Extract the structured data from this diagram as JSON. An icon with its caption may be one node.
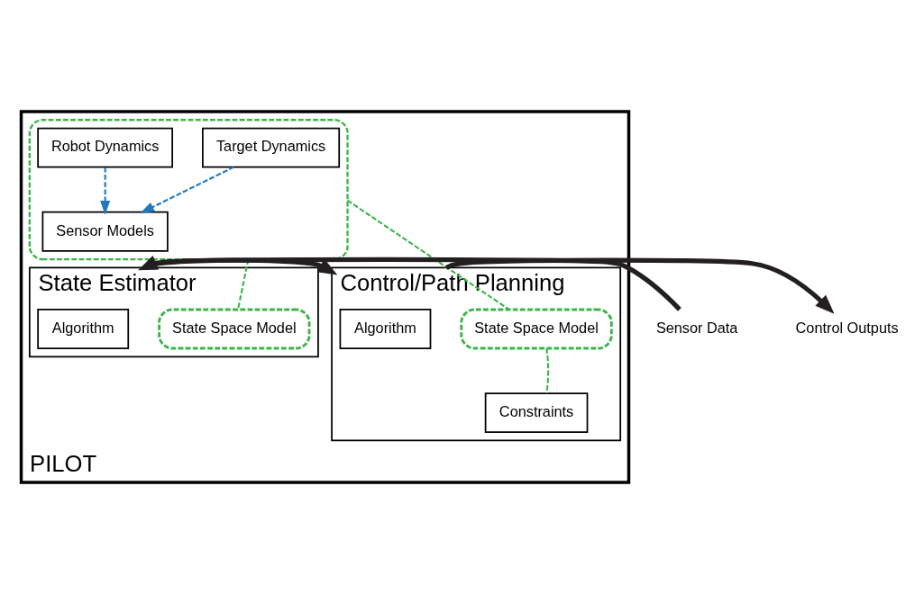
{
  "diagram": {
    "nodes": [
      {
        "text": [
          "PILOT"
        ]
      },
      {
        "text": [],
        "shape": "box",
        "in": 0
      },
      {
        "text": [
          "Target Dynamics"
        ],
        "in": 1
      },
      {
        "text": [
          "Robot Dynamics"
        ],
        "in": 1
      },
      {
        "text": [
          "Sensor Models"
        ],
        "in": 1
      },
      {
        "text": [
          "State Estimator"
        ],
        "in": 0
      },
      {
        "text": [
          "Algorithm"
        ],
        "in": 5
      },
      {
        "text": [
          "State Space Model"
        ],
        "in": 5
      },
      {
        "text": [
          "Control/Path Planning"
        ],
        "in": 0
      },
      {
        "text": [
          "Algorithm"
        ],
        "in": 8
      },
      {
        "text": [
          "State Space Model"
        ],
        "in": 8
      },
      {
        "text": [
          "Constraints"
        ],
        "in": 8
      },
      {
        "text": [
          "Sensor Data"
        ]
      },
      {
        "text": [
          "Control Outputs"
        ]
      }
    ],
    "edges": [
      {
        "from": 2,
        "to": 4,
        "arrow": "to",
        "style": "dashed",
        "color": "#1f78c1"
      },
      {
        "from": 3,
        "to": 4,
        "arrow": "to",
        "style": "dashed",
        "color": "#1f78c1"
      },
      {
        "from": 1,
        "to": 7,
        "arrow": "none",
        "style": "dashed",
        "color": "#3cb44a"
      },
      {
        "from": 1,
        "to": 10,
        "arrow": "none",
        "style": "dashed",
        "color": "#3cb44a"
      },
      {
        "from": 10,
        "to": 11,
        "arrow": "none",
        "style": "dashed",
        "color": "#3cb44a"
      },
      {
        "from": 12,
        "to": 5,
        "arrow": "to",
        "style": "thick",
        "color": "#231f20"
      },
      {
        "from": 5,
        "to": 8,
        "arrow": "to",
        "style": "thick",
        "color": "#231f20"
      },
      {
        "from": 8,
        "to": 13,
        "arrow": "to",
        "style": "thick",
        "color": "#231f20"
      }
    ]
  }
}
